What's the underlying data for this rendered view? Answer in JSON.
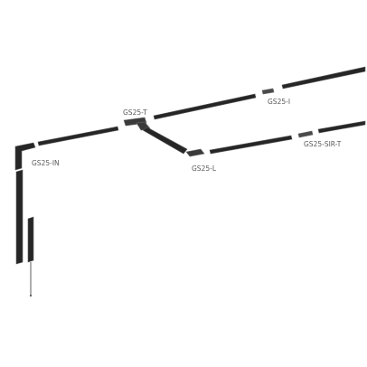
{
  "colors": {
    "track": "#262626",
    "track_edge": "#5c5c5c",
    "connector": "#4a4a4a",
    "label": "#5a5a5a",
    "background": "#ffffff"
  },
  "labels": {
    "t_connector": "GS25-T",
    "i_connector": "GS25-I",
    "in_feed": "GS25-IN",
    "l_connector": "GS25-L",
    "sir_connector": "GS25-SIR-T"
  }
}
